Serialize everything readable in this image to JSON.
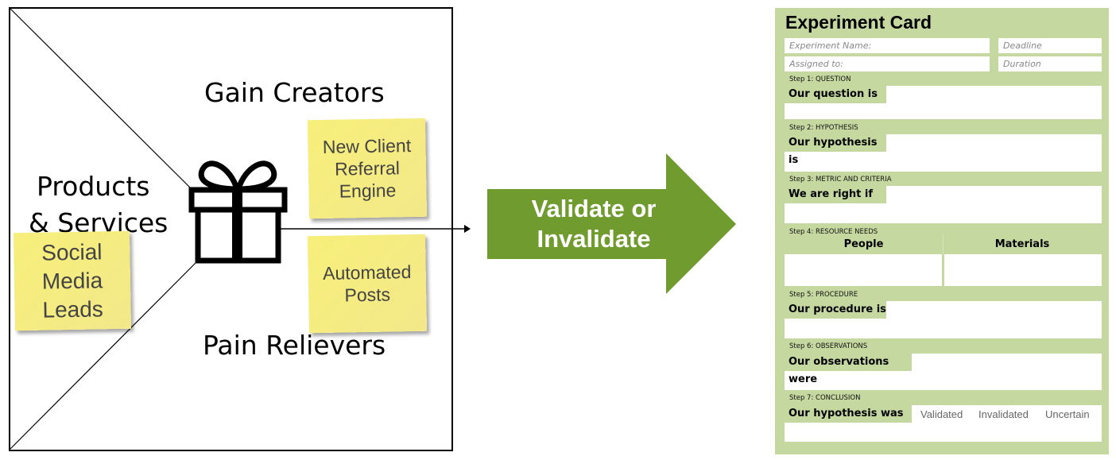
{
  "canvas": {
    "gain_creators": "Gain Creators",
    "pain_relievers": "Pain Relievers",
    "products_services_1": "Products",
    "products_services_2": "& Services",
    "notes": [
      {
        "lines": [
          "New Client",
          "Referral",
          "Engine"
        ]
      },
      {
        "lines": [
          "Automated",
          "Posts"
        ]
      },
      {
        "lines": [
          "Social",
          "Media",
          "Leads"
        ]
      }
    ],
    "gift_icon": "gift-icon",
    "note_color": "#f5ec7e"
  },
  "arrow": {
    "line1": "Validate or",
    "line2": "Invalidate",
    "color": "#6f9b2f"
  },
  "card": {
    "title": "Experiment Card",
    "bg_color": "#c5d8a0",
    "fields": {
      "name": "Experiment Name:",
      "deadline": "Deadline",
      "assigned": "Assigned to:",
      "duration": "Duration"
    },
    "steps": [
      {
        "label": "Step 1: QUESTION",
        "prompt": "Our question is"
      },
      {
        "label": "Step 2: HYPOTHESIS",
        "prompt": "Our hypothesis is"
      },
      {
        "label": "Step 3: METRIC AND CRITERIA",
        "prompt": "We are right if"
      },
      {
        "label": "Step 4: RESOURCE NEEDS",
        "col1": "People",
        "col2": "Materials"
      },
      {
        "label": "Step 5: PROCEDURE",
        "prompt": "Our procedure is"
      },
      {
        "label": "Step 6: OBSERVATIONS",
        "prompt": "Our observations were"
      },
      {
        "label": "Step 7: CONCLUSION",
        "prompt": "Our hypothesis was",
        "options": [
          "Validated",
          "Invalidated",
          "Uncertain"
        ]
      }
    ]
  }
}
